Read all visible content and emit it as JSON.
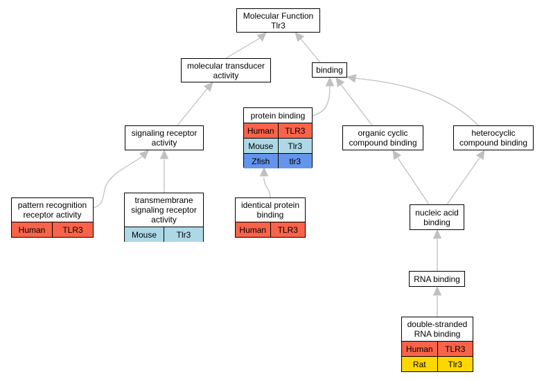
{
  "nodes": {
    "mf": {
      "title": "Molecular Function\nTlr3"
    },
    "mt": {
      "title": "molecular transducer\nactivity"
    },
    "bind": {
      "title": "binding"
    },
    "sra": {
      "title": "signaling receptor\nactivity"
    },
    "pb": {
      "title": "protein binding",
      "rows": [
        {
          "species": "Human",
          "gene": "TLR3",
          "color": "#f9634a"
        },
        {
          "species": "Mouse",
          "gene": "Tlr3",
          "color": "#add8e6"
        },
        {
          "species": "Zfish",
          "gene": "tlr3",
          "color": "#6495ed"
        }
      ]
    },
    "occb": {
      "title": "organic cyclic\ncompound binding"
    },
    "hcb": {
      "title": "heterocyclic\ncompound binding"
    },
    "prra": {
      "title": "pattern recognition\nreceptor activity",
      "rows": [
        {
          "species": "Human",
          "gene": "TLR3",
          "color": "#f9634a"
        }
      ]
    },
    "tsra": {
      "title": "transmembrane\nsignaling receptor\nactivity",
      "rows": [
        {
          "species": "Mouse",
          "gene": "Tlr3",
          "color": "#add8e6"
        }
      ]
    },
    "ipb": {
      "title": "identical protein\nbinding",
      "rows": [
        {
          "species": "Human",
          "gene": "TLR3",
          "color": "#f9634a"
        }
      ]
    },
    "nab": {
      "title": "nucleic acid\nbinding"
    },
    "rnab": {
      "title": "RNA binding"
    },
    "dsrb": {
      "title": "double-stranded\nRNA binding",
      "rows": [
        {
          "species": "Human",
          "gene": "TLR3",
          "color": "#f9634a"
        },
        {
          "species": "Rat",
          "gene": "Tlr3",
          "color": "#ffd700"
        }
      ]
    }
  },
  "edges": [
    {
      "from": "mt",
      "to": "mf"
    },
    {
      "from": "bind",
      "to": "mf"
    },
    {
      "from": "sra",
      "to": "mt"
    },
    {
      "from": "pb",
      "to": "bind"
    },
    {
      "from": "occb",
      "to": "bind"
    },
    {
      "from": "hcb",
      "to": "bind"
    },
    {
      "from": "prra",
      "to": "sra"
    },
    {
      "from": "tsra",
      "to": "sra"
    },
    {
      "from": "ipb",
      "to": "pb"
    },
    {
      "from": "nab",
      "to": "occb"
    },
    {
      "from": "nab",
      "to": "hcb"
    },
    {
      "from": "rnab",
      "to": "nab"
    },
    {
      "from": "dsrb",
      "to": "rnab"
    }
  ],
  "colors": {
    "edge": "#c0c0c0",
    "border": "#000000"
  }
}
